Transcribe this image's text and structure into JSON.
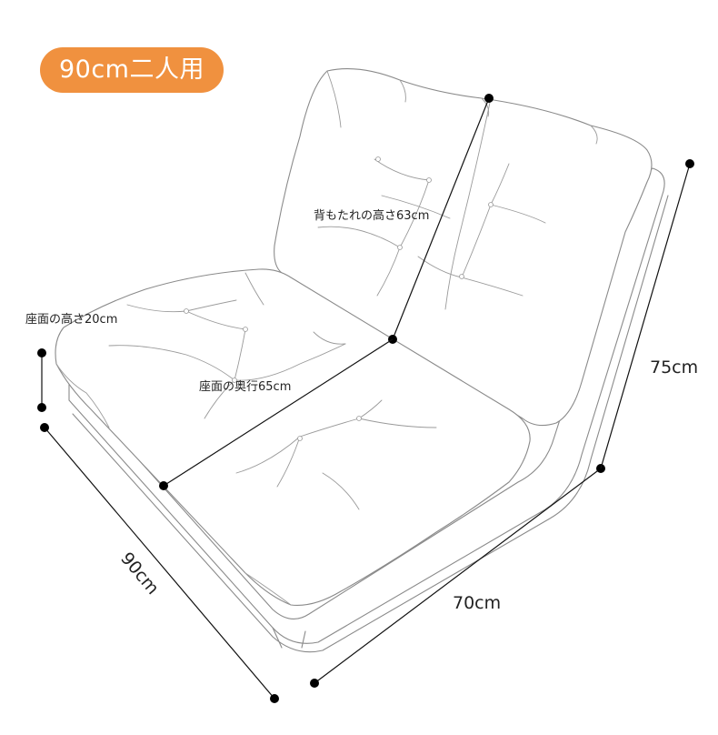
{
  "badge": {
    "label": "90cm二人用",
    "color": "#f0913f"
  },
  "dimensions": {
    "backrest_height": "背もたれの高さ63cm",
    "seat_height": "座面の高さ20cm",
    "seat_depth": "座面の奥行65cm",
    "total_height": "75cm",
    "width": "90cm",
    "depth": "70cm"
  }
}
